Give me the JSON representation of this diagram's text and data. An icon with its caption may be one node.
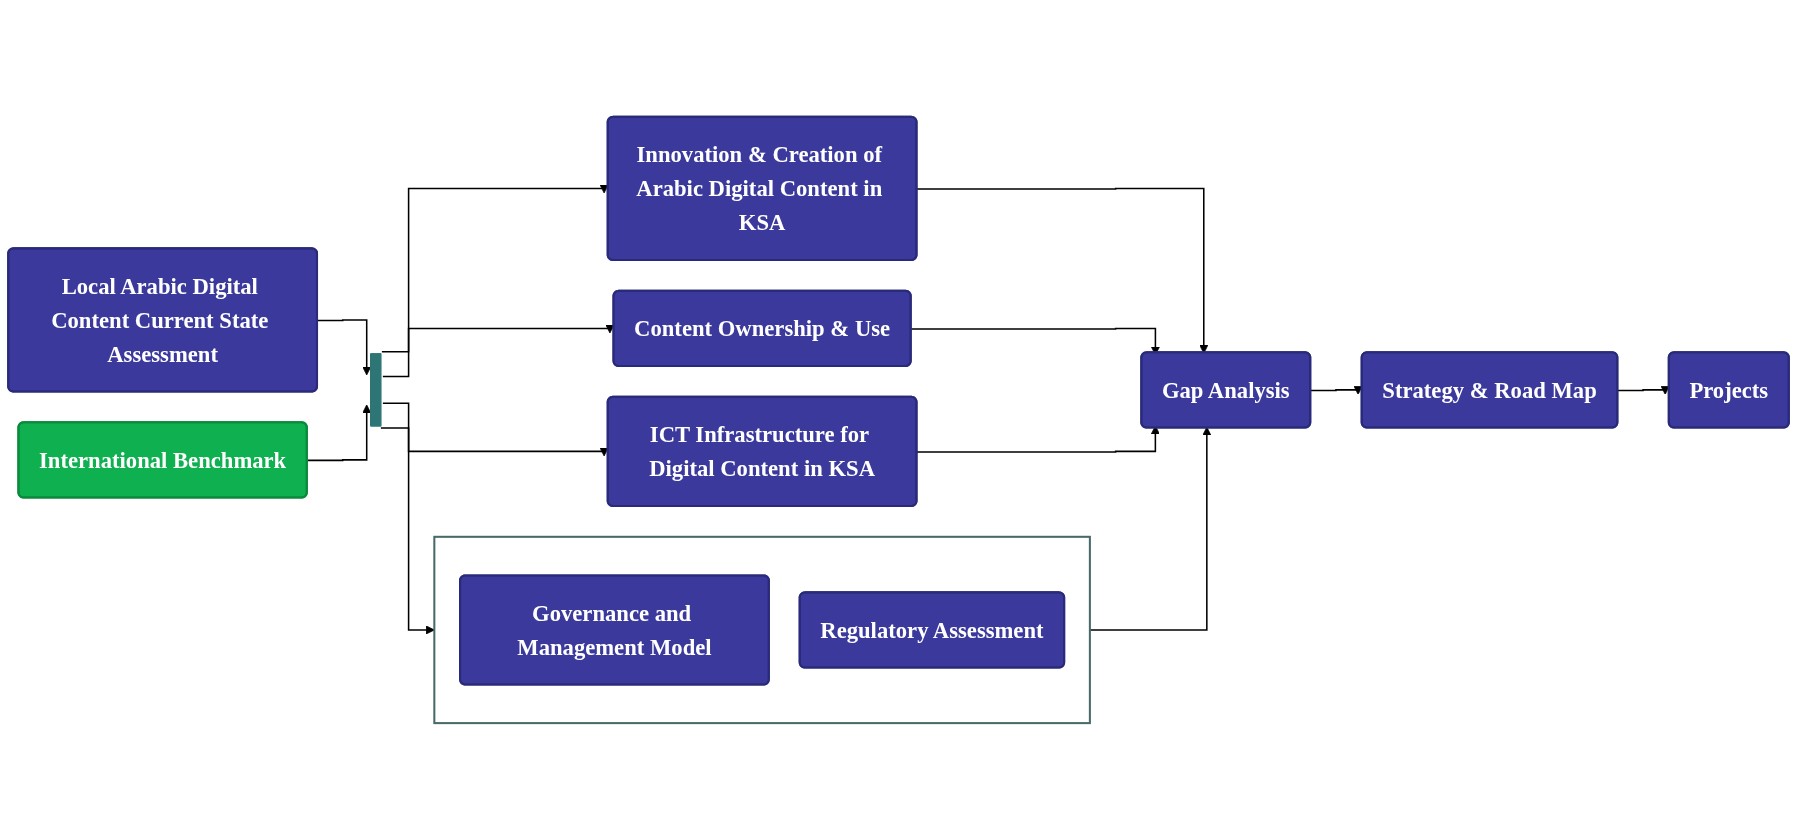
{
  "diagram": {
    "nodes": [
      {
        "text": [
          "Local Arabic Digital Content Current State Assessment"
        ]
      },
      {
        "text": [
          "International Benchmark"
        ]
      },
      {
        "text": [],
        "shape": "bar"
      },
      {
        "text": [],
        "shape": "box"
      },
      {
        "text": [
          "Governance and Management Model"
        ],
        "in": 3
      },
      {
        "text": [
          "Regulatory Assessment"
        ],
        "in": 3
      },
      {
        "text": [
          "Innovation & Creation of Arabic Digital Content in KSA"
        ]
      },
      {
        "text": [
          "Content Ownership & Use"
        ]
      },
      {
        "text": [
          "ICT Infrastructure for Digital Content in KSA"
        ]
      },
      {
        "text": [
          "Gap Analysis"
        ]
      },
      {
        "text": [
          "Strategy & Road Map"
        ]
      },
      {
        "text": [
          "Projects"
        ]
      }
    ],
    "edges": [
      {
        "from": 0,
        "to": 2,
        "arrow": "to"
      },
      {
        "from": 1,
        "to": 2,
        "arrow": "to"
      },
      {
        "from": 2,
        "to": 3,
        "arrow": "to"
      },
      {
        "from": 2,
        "to": 6,
        "arrow": "to"
      },
      {
        "from": 2,
        "to": 7,
        "arrow": "to"
      },
      {
        "from": 2,
        "to": 8,
        "arrow": "to"
      },
      {
        "from": 3,
        "to": 9,
        "arrow": "to"
      },
      {
        "from": 6,
        "to": 9,
        "arrow": "to"
      },
      {
        "from": 7,
        "to": 9,
        "arrow": "to"
      },
      {
        "from": 8,
        "to": 9,
        "arrow": "to"
      },
      {
        "from": 9,
        "to": 10,
        "arrow": "to"
      },
      {
        "from": 10,
        "to": 11,
        "arrow": "to"
      }
    ]
  }
}
